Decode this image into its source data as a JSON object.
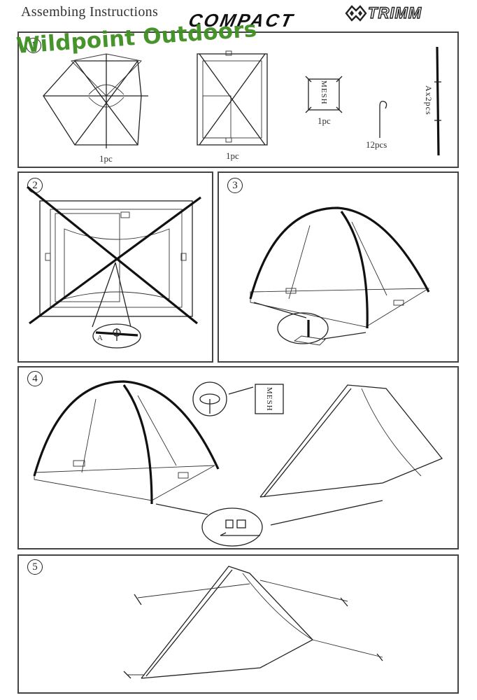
{
  "header": {
    "title": "Assembing Instructions",
    "brand": "COMPACT",
    "logo": "TRIMM"
  },
  "watermark": "Wildpoint Outdoors",
  "steps": [
    {
      "number": "1",
      "labels": {
        "tent_qty": "1pc",
        "fly_qty": "1pc",
        "mesh_qty": "1pc",
        "pegs_qty": "12pcs",
        "poles_qty": "Ax2pcs",
        "mesh_text": "MESH"
      }
    },
    {
      "number": "2",
      "callout_letter": "A"
    },
    {
      "number": "3"
    },
    {
      "number": "4",
      "mesh_text": "MESH"
    },
    {
      "number": "5"
    }
  ],
  "icons": [
    "tent-body-icon",
    "flysheet-icon",
    "mesh-bag-icon",
    "peg-icon",
    "pole-icon",
    "buckle-icon",
    "clip-icon"
  ]
}
